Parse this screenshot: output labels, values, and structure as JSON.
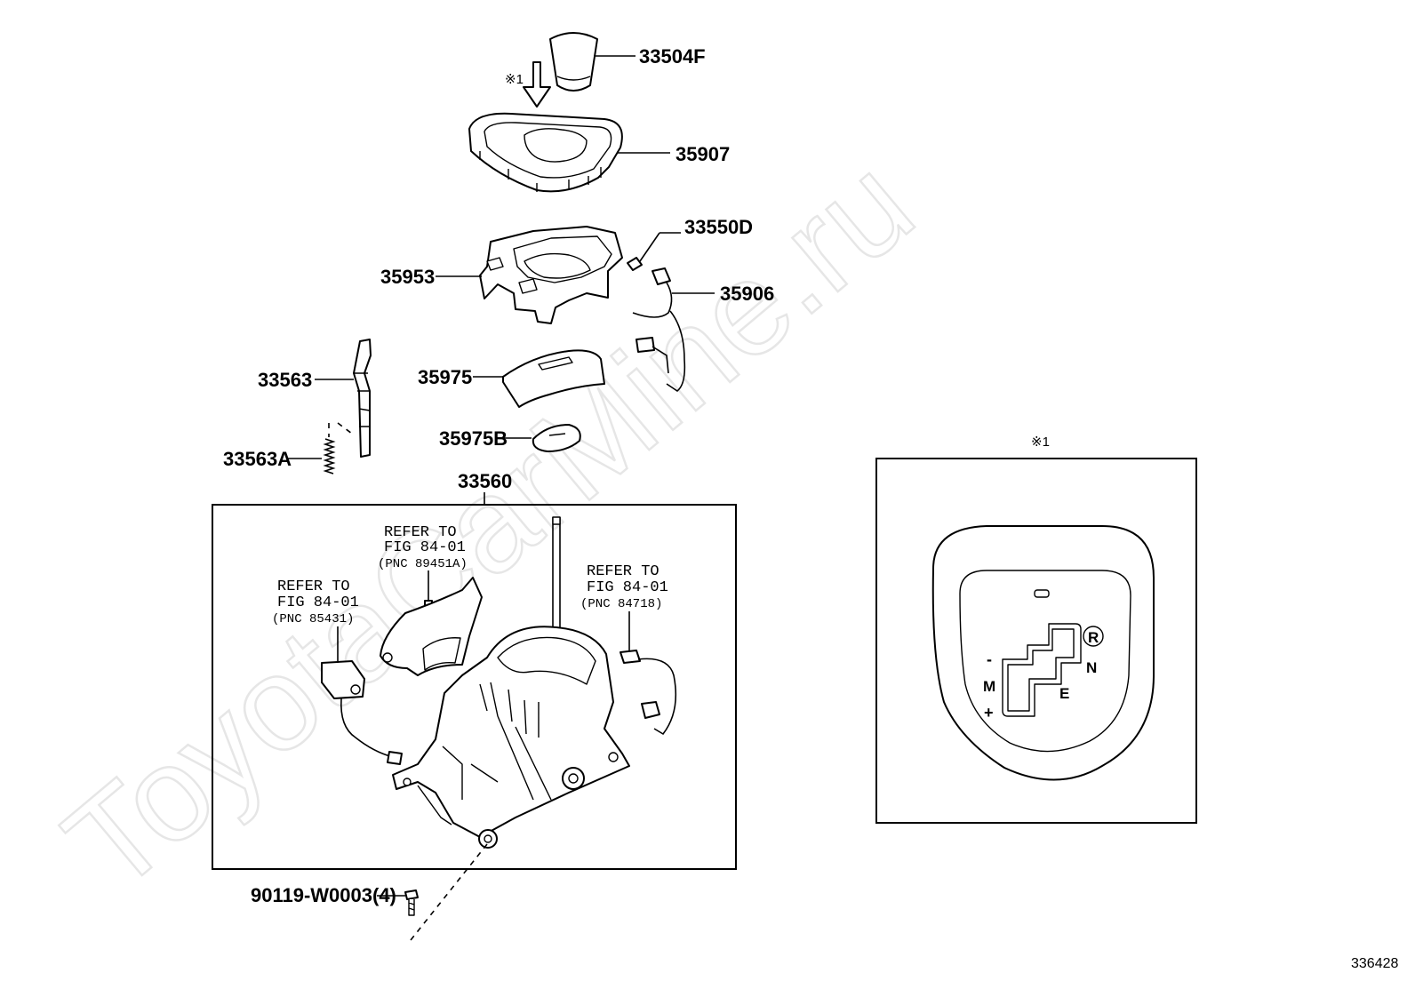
{
  "watermark": "ToyotaCarMine.ru",
  "diagram_id": "336428",
  "note_mark": "※1",
  "parts": {
    "knob": "33504F",
    "bezel": "35907",
    "bulb": "33550D",
    "housing": "35953",
    "socket_wire": "35906",
    "lever": "33563",
    "spring": "33563A",
    "slide_plate": "35975",
    "slide_plate_b": "35975B",
    "shift_assembly": "33560",
    "bolt": "90119-W0003(4)"
  },
  "references": [
    {
      "line1": "REFER TO",
      "line2": "FIG 84-01",
      "pnc": "(PNC 89451A)"
    },
    {
      "line1": "REFER TO",
      "line2": "FIG 84-01",
      "pnc": "(PNC 85431)"
    },
    {
      "line1": "REFER TO",
      "line2": "FIG 84-01",
      "pnc": "(PNC 84718)"
    }
  ],
  "gate_detail": {
    "reverse": "R",
    "neutral": "N",
    "economy": "E",
    "manual": "M",
    "minus": "-",
    "plus": "+"
  }
}
